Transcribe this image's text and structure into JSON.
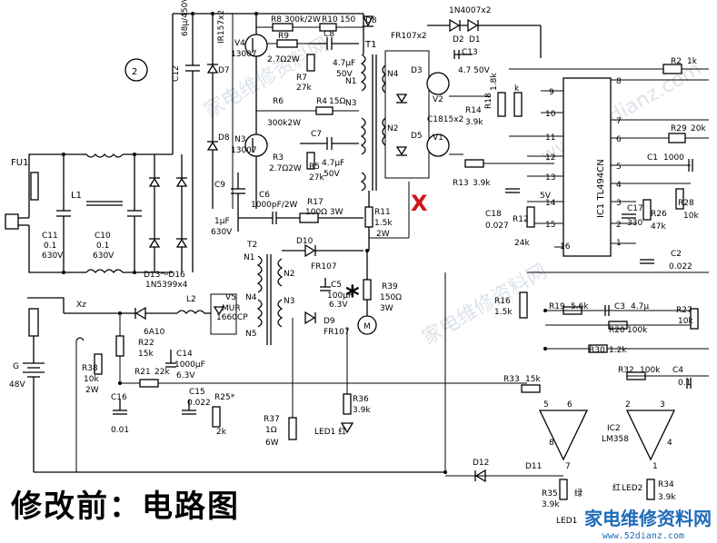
{
  "caption": "修改前：电路图",
  "marker_x": "X",
  "marker_star": "*",
  "site_brand": "家电维修资料网",
  "site_url": "www.52dianz.com",
  "circle_label": "2",
  "labels": {
    "FU1": "FU1",
    "L1": "L1",
    "C11": "C11",
    "C11v": "0.1",
    "C11u": "630V",
    "C10": "C10",
    "C10v": "0.1",
    "C10u": "630V",
    "C12": "C12",
    "C12v": "68μ/450V",
    "IR157": "IR157x2",
    "D7": "D7",
    "D8": "D8",
    "C9": "C9",
    "C9v": "1μF",
    "C9u": "630V",
    "C6": "C6",
    "C6v": "1000pF/2W",
    "D1316": "D13～D16",
    "D1316v": "1N5399x4",
    "V4": "V4",
    "V4t": "13007",
    "N3t": "N3",
    "N3v": "13007",
    "R8": "R8 300k/2W",
    "R10": "R10",
    "R10v": "150",
    "D8b": "D8",
    "R9": "R9",
    "R9v": "2.7Ω2W",
    "C8": "C8",
    "C8v": "4.7μF",
    "C8u": "50V",
    "R7": "R7",
    "R7v": "27k",
    "R6": "R6",
    "R6v": "300k2W",
    "R4": "R4",
    "R4v": "15Ω",
    "C7": "C7",
    "C7v": "4.7μF",
    "C7u": "50V",
    "R3": "R3",
    "R3v": "2.7Ω2W",
    "R5": "R5",
    "R5v": "27k",
    "R17": "R17",
    "R17v": "100Ω 3W",
    "T1": "T1",
    "N1": "N1",
    "N2": "N2",
    "N3": "N3",
    "N4": "N4",
    "FR107x2": "FR107x2",
    "D3": "D3",
    "D5": "D5",
    "N4007": "1N4007x2",
    "D2": "D2",
    "D1": "D1",
    "C13": "C13",
    "C13v": "4.7 50V",
    "V2": "V2",
    "V1": "V1",
    "C1815": "C1815x2",
    "R14": "R14",
    "R14v": "3.9k",
    "R18": "R18",
    "R18v": "1.8k",
    "R18k": "k",
    "R13": "R13",
    "R13v": "3.9k",
    "R2": "R2",
    "R2v": "1k",
    "R29": "R29",
    "R29v": "20k",
    "C1": "C1",
    "C1v": "1000",
    "R28": "R28",
    "R28v": "10k",
    "R26": "R26",
    "R26v": "47k",
    "C17": "C17",
    "C17v": "330",
    "C2": "C2",
    "C2v": "0.022",
    "C18": "C18",
    "C18v": "0.027",
    "R12": "R12",
    "R12v": "24k",
    "v5": "5V",
    "IC1": "IC1 TL494CN",
    "R11": "R11",
    "R11v": "1.5k",
    "R11u": "2W",
    "T2": "T2",
    "D10": "D10",
    "D10v": "FR107",
    "N1b": "N1",
    "N2b": "N2",
    "N3b": "N3",
    "N4b": "N4",
    "N5b": "N5",
    "C5": "C5",
    "C5v": "100μF",
    "C5u": "6.3V",
    "R39": "R39",
    "R39v": "150Ω",
    "R39u": "3W",
    "D9": "D9",
    "D9v": "FR107",
    "M": "M",
    "V5": "V5",
    "V5v": "MUR",
    "V5u": "1660CP",
    "R16": "R16",
    "R16v": "1.5k",
    "R19": "R19",
    "R19v": "5.6k",
    "C3": "C3",
    "C3v": "4.7μ",
    "R20": "R20",
    "R20v": "100k",
    "R27": "R27",
    "R27v": "10k",
    "R30": "R30",
    "R30v": "1.2k",
    "Xz": "Xz",
    "L2": "L2",
    "A10": "6A10",
    "R22": "R22",
    "R22v": "15k",
    "C14": "C14",
    "C14v": "1000μF",
    "C14u": "6.3V",
    "R21": "R21",
    "R21v": "22k",
    "R38": "R38",
    "R38v": "10k",
    "R38u": "2W",
    "G": "G",
    "Gv": "48V",
    "C16": "C16",
    "C16v": "0.01",
    "C15": "C15",
    "C15v": "0.022",
    "R25": "R25*",
    "R25v": "2k",
    "R37": "R37",
    "R37v": "1Ω",
    "R37u": "6W",
    "R36": "R36",
    "R36v": "3.9k",
    "LED1": "LED1 红",
    "R33": "R33",
    "R33v": "15k",
    "R32": "R32",
    "R32v": "100k",
    "C4": "C4",
    "C4v": "0.1",
    "IC2": "IC2",
    "IC2v": "LM358",
    "D12": "D12",
    "D11": "D11",
    "R35": "R35",
    "R35v": "3.9k",
    "R34": "R34",
    "R34v": "3.9k",
    "green": "绿",
    "red": "红",
    "LED2": "LED2",
    "LED1b": "LED1",
    "p5": "5",
    "p6": "6",
    "p7": "7",
    "p8": "8",
    "p4": "4",
    "p3": "3",
    "p2": "2",
    "p1": "1",
    "pn9": "9",
    "pn10": "10",
    "pn8": "8",
    "pn7": "7",
    "pn6": "6",
    "pn11": "11",
    "pn12": "12",
    "pn13": "13",
    "pn14": "14",
    "pn15": "15",
    "pn16": "16",
    "pn1": "1",
    "pn2": "2",
    "pn3": "3",
    "pn4": "4",
    "pn5": "5"
  }
}
